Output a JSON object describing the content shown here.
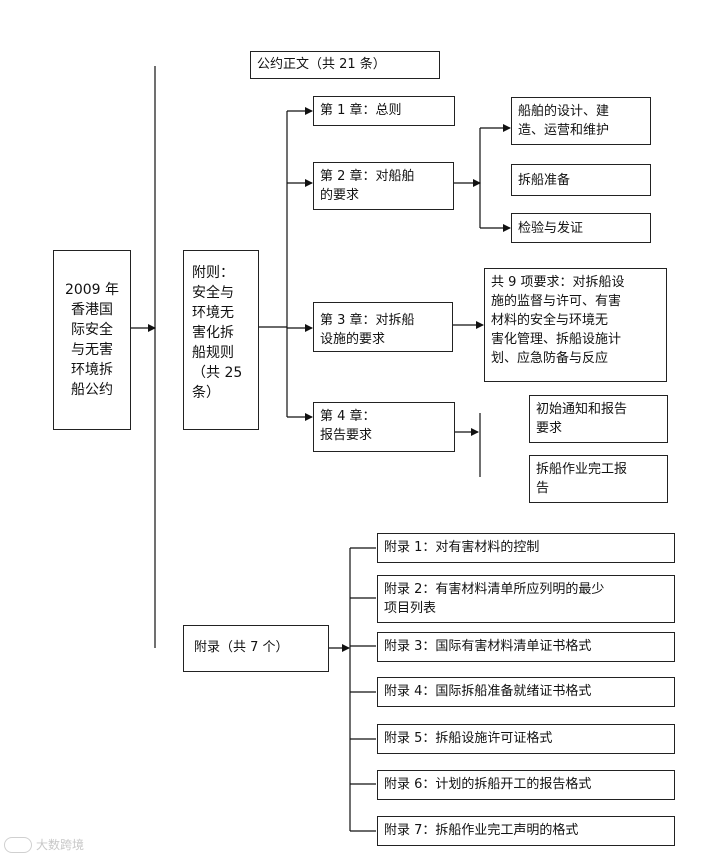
{
  "root": "2009 年\n香港国\n际安全\n与无害\n环境拆\n船公约",
  "main_text": "公约正文（共 21 条）",
  "regulations": "附则：\n安全与\n环境无\n害化拆\n船规则\n（共 25\n条）",
  "chapters": [
    {
      "label": "第 1 章：总则"
    },
    {
      "label": "第 2 章：对船舶\n的要求"
    },
    {
      "label": "第 3 章：对拆船\n设施的要求"
    },
    {
      "label": "第 4 章：\n报告要求"
    }
  ],
  "ch2_items": [
    {
      "label": "船舶的设计、建\n造、运营和维护"
    },
    {
      "label": "拆船准备"
    },
    {
      "label": "检验与发证"
    }
  ],
  "ch3_item": "共 9 项要求：对拆船设\n施的监督与许可、有害\n材料的安全与环境无\n害化管理、拆船设施计\n划、应急防备与反应",
  "ch4_items": [
    {
      "label": "初始通知和报告\n要求"
    },
    {
      "label": "拆船作业完工报\n告"
    }
  ],
  "appendices_root": "附录（共 7 个）",
  "appendices": [
    {
      "label": "附录 1：对有害材料的控制"
    },
    {
      "label": "附录 2：有害材料清单所应列明的最少\n项目列表"
    },
    {
      "label": "附录 3：国际有害材料清单证书格式"
    },
    {
      "label": "附录 4：国际拆船准备就绪证书格式"
    },
    {
      "label": "附录 5：拆船设施许可证格式"
    },
    {
      "label": "附录 6：计划的拆船开工的报告格式"
    },
    {
      "label": "附录 7：拆船作业完工声明的格式"
    }
  ],
  "watermark": "大数跨境"
}
